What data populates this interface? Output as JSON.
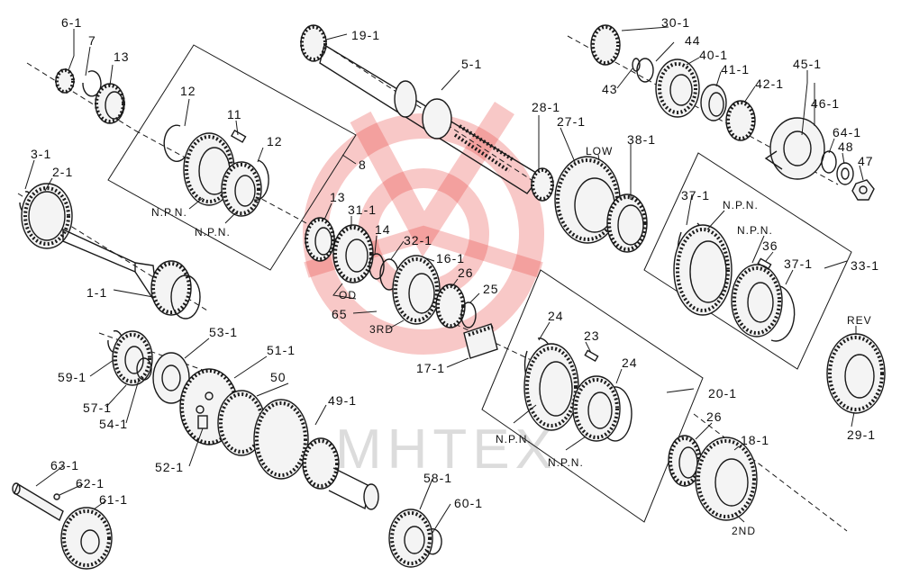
{
  "labels": {
    "p6_1": "6-1",
    "p7": "7",
    "p13a": "13",
    "p3_1": "3-1",
    "p2_1": "2-1",
    "p1_1": "1-1",
    "p12a": "12",
    "p11": "11",
    "p12b": "12",
    "npn_a": "N.P.N.",
    "npn_b": "N.P.N.",
    "p8": "8",
    "p19_1": "19-1",
    "p5_1": "5-1",
    "p28_1": "28-1",
    "p27_1": "27-1",
    "low": "LOW",
    "p38_1": "38-1",
    "p30_1": "30-1",
    "p44": "44",
    "p40_1": "40-1",
    "p41_1": "41-1",
    "p42_1": "42-1",
    "p43": "43",
    "p45_1": "45-1",
    "p46_1": "46-1",
    "p64_1": "64-1",
    "p48": "48",
    "p47": "47",
    "p37_1a": "37-1",
    "npn_c": "N.P.N.",
    "npn_d": "N.P.N.",
    "p36": "36",
    "p37_1b": "37-1",
    "p33_1": "33-1",
    "p13b": "13",
    "p31_1": "31-1",
    "p14": "14",
    "p32_1": "32-1",
    "p16_1": "16-1",
    "p26a": "26",
    "p25": "25",
    "od": "OD",
    "p65": "65",
    "third": "3RD",
    "p17_1": "17-1",
    "p24a": "24",
    "p23": "23",
    "p24b": "24",
    "p20_1": "20-1",
    "npn_e": "N.P.N.",
    "npn_f": "N.P.N.",
    "rev": "REV",
    "p29_1": "29-1",
    "p26b": "26",
    "p18_1": "18-1",
    "second": "2ND",
    "p53_1": "53-1",
    "p51_1": "51-1",
    "p50": "50",
    "p49_1": "49-1",
    "p59_1": "59-1",
    "p57_1": "57-1",
    "p54_1": "54-1",
    "p52_1": "52-1",
    "p63_1": "63-1",
    "p62_1": "62-1",
    "p61_1": "61-1",
    "p58_1": "58-1",
    "p60_1": "60-1"
  },
  "watermark": {
    "text": "MHTEX",
    "color": "#e53935"
  }
}
